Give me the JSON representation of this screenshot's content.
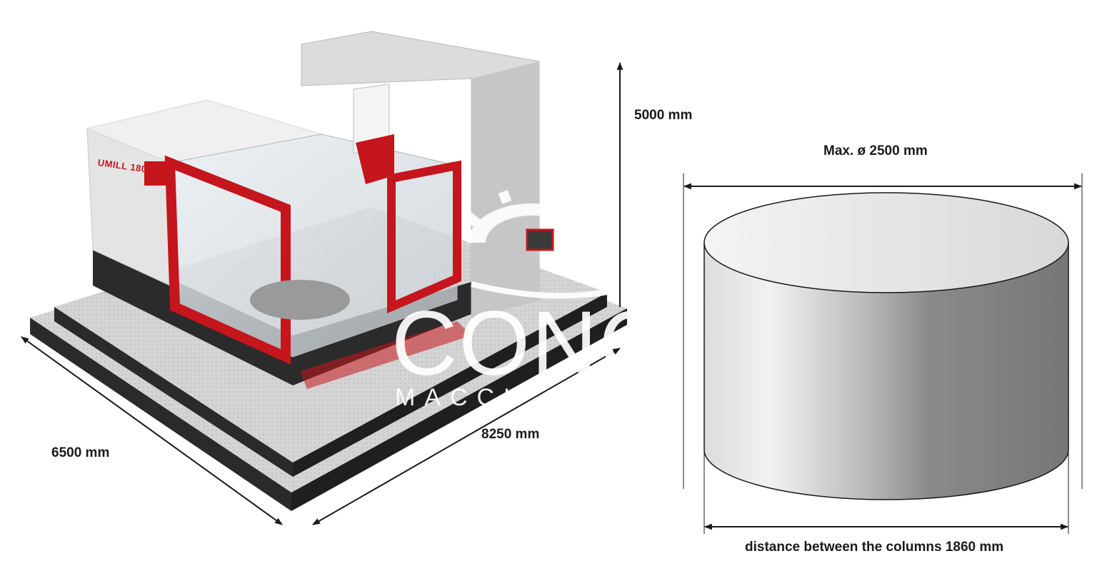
{
  "machine": {
    "badge_text": "UMILL 1800",
    "height_label": "5000 mm",
    "depth_label": "6500 mm",
    "width_label": "8250 mm"
  },
  "workpiece": {
    "max_diameter_label": "Max. ø 2500 mm",
    "column_distance_label": "distance between the columns 1860 mm"
  },
  "watermark": {
    "logo_text": "CONC",
    "sub_text": "MACCH"
  },
  "colors": {
    "machine_red": "#c4161c",
    "dimension_line": "#1a1a1a",
    "cylinder_dark": "#7a7a7a",
    "cylinder_light": "#e6e6e6"
  }
}
